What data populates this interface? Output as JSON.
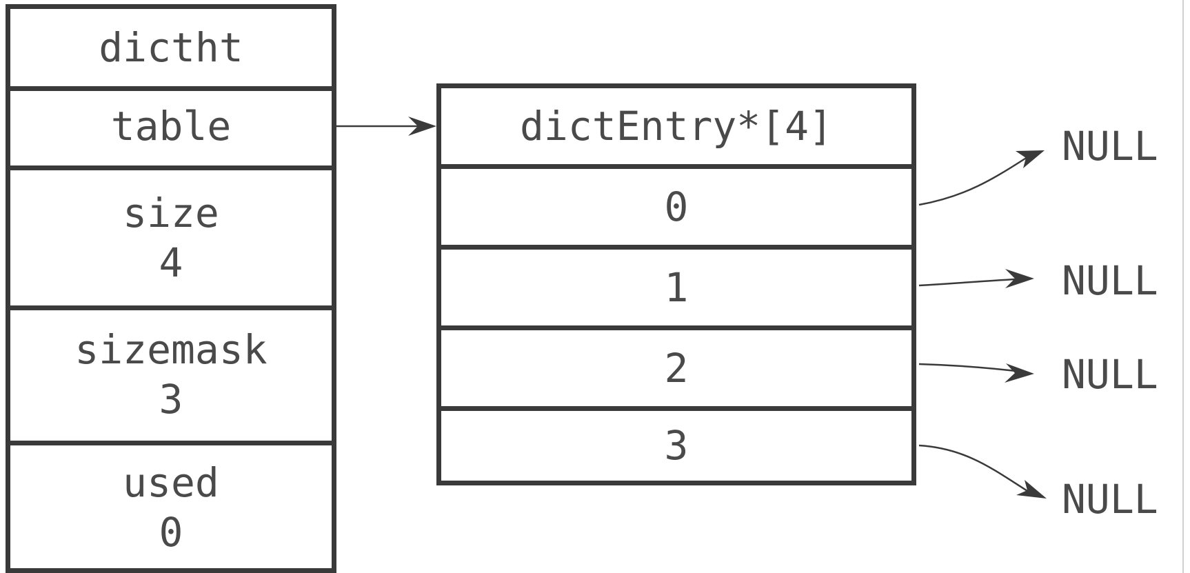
{
  "dictht": {
    "title": "dictht",
    "fields": [
      {
        "name": "table",
        "value": ""
      },
      {
        "name": "size",
        "value": "4"
      },
      {
        "name": "sizemask",
        "value": "3"
      },
      {
        "name": "used",
        "value": "0"
      }
    ]
  },
  "entry_array": {
    "title": "dictEntry*[4]",
    "indices": [
      "0",
      "1",
      "2",
      "3"
    ]
  },
  "null_targets": [
    "NULL",
    "NULL",
    "NULL",
    "NULL"
  ],
  "colors": {
    "stroke": "#3a3a3a",
    "text": "#4a4a4a",
    "background": "#ffffff"
  }
}
